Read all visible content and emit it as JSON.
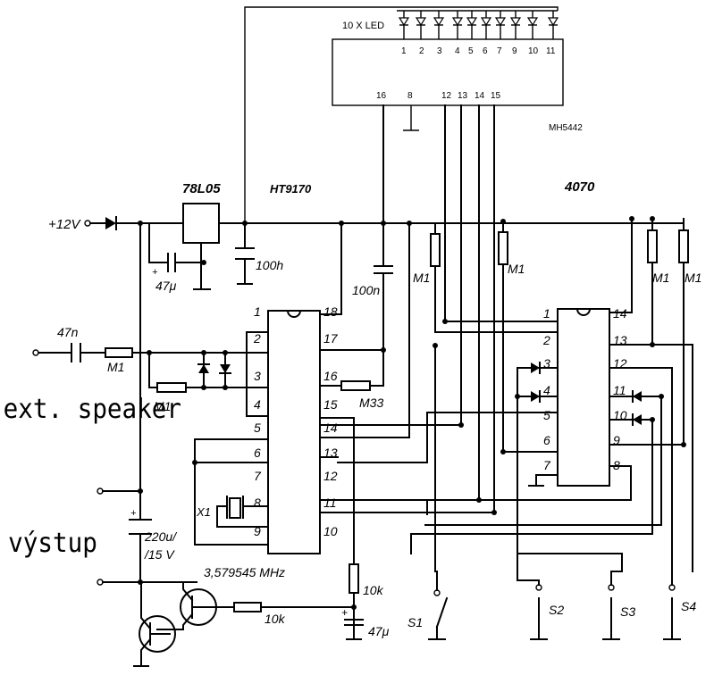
{
  "ics": {
    "led_driver": {
      "name": "MH5442",
      "led_label": "10 X LED",
      "pins_top": [
        "1",
        "2",
        "3",
        "4",
        "5",
        "6",
        "7",
        "9",
        "10",
        "11"
      ],
      "pins_bottom": [
        "16",
        "8",
        "12",
        "13",
        "14",
        "15"
      ]
    },
    "dtmf": {
      "name": "HT9170",
      "pins_left": [
        "1",
        "2",
        "3",
        "4",
        "5",
        "6",
        "7",
        "8",
        "9"
      ],
      "pins_right": [
        "18",
        "17",
        "16",
        "15",
        "14",
        "13",
        "12",
        "11",
        "10"
      ]
    },
    "cmos": {
      "name": "4070",
      "pins_left": [
        "1",
        "2",
        "3",
        "4",
        "5",
        "6",
        "7"
      ],
      "pins_right": [
        "14",
        "13",
        "12",
        "11",
        "10",
        "9",
        "8"
      ]
    },
    "regulator": {
      "name": "78L05"
    }
  },
  "labels": {
    "supply": "+12V",
    "ext_speaker": "ext. speaker",
    "vystup": "výstup",
    "crystal_freq": "3,579545 MHz",
    "crystal_ref": "X1"
  },
  "components": {
    "c_in": "47n",
    "r_in": "M1",
    "r_feedback": "M1",
    "c_reg": "47μ",
    "c_100n_a": "100h",
    "c_100n_b": "100n",
    "r_m33": "M33",
    "r_m1_a": "M1",
    "r_m1_b": "M1",
    "r_m1_c": "M1",
    "r_m1_d": "M1",
    "c_220u": "220u/",
    "c_220u_v": "/15 V",
    "r_10k_a": "10k",
    "r_10k_b": "10k",
    "c_47u_b": "47μ"
  },
  "switches": [
    "S1",
    "S2",
    "S3",
    "S4"
  ]
}
